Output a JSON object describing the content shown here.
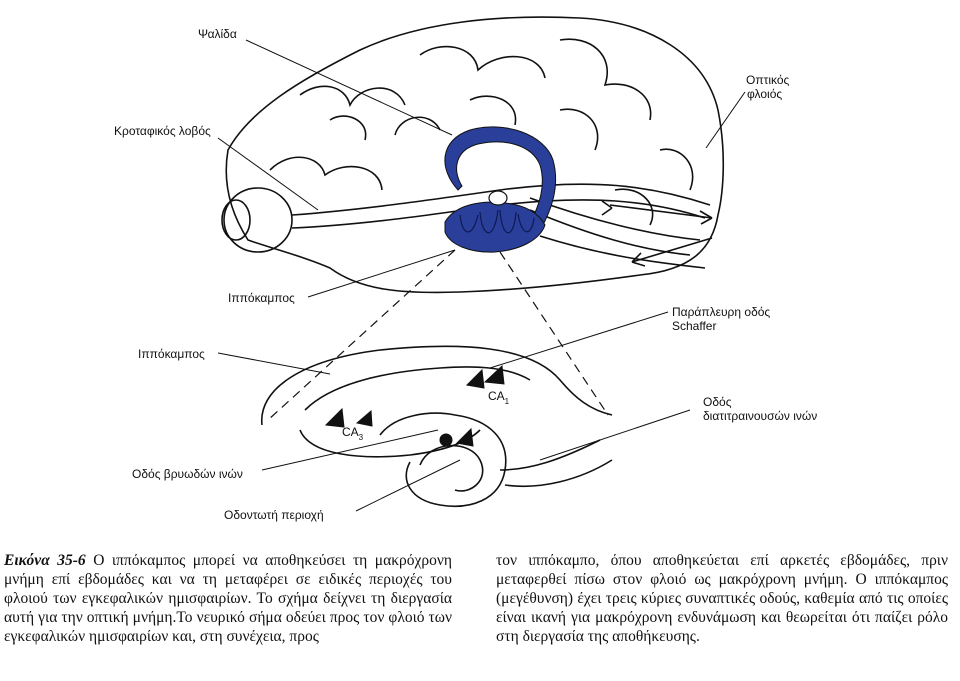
{
  "labels": {
    "fornix": "Ψαλίδα",
    "visual_cortex_1": "Οπτικός",
    "visual_cortex_2": "φλοιός",
    "temporal_lobe": "Κροταφικός λοβός",
    "hippocampus_top": "Ιππόκαμπος",
    "schaffer_1": "Παράπλευρη οδός",
    "schaffer_2": "Schaffer",
    "hippocampus_mid": "Ιππόκαμπος",
    "ca1_main": "CA",
    "ca1_sub": "1",
    "perforant_1": "Οδός",
    "perforant_2": "διατιτραινουσών ινών",
    "ca3_main": "CA",
    "ca3_sub": "3",
    "mossy": "Οδός βρυωδών ινών",
    "dentate": "Οδοντωτή περιοχή"
  },
  "caption": {
    "figure_number": "Εικόνα 35-6",
    "left_text": " Ο ιππόκαμπος μπορεί να αποθηκεύσει τη μακρόχρονη μνήμη επί εβδομάδες και να τη μεταφέρει σε ειδικές περιοχές του φλοιού των εγκεφαλικών ημισφαιρίων. Το σχήμα δείχνει τη διεργασία αυτή για την οπτική μνήμη.Το νευρικό σήμα οδεύει προς τον φλοιό των εγκεφαλικών ημισφαιρίων και, στη συνέχεια, προς",
    "right_text": "τον ιππόκαμπο, όπου αποθηκεύεται επί αρκετές εβδομάδες, πριν μεταφερθεί πίσω στον φλοιό ως μακρόχρονη μνήμη. Ο ιππόκαμπος (μεγέθυνση) έχει τρεις κύριες συναπτικές οδούς, καθεμία από τις οποίες είναι ικανή για μακρόχρονη ενδυνάμωση και θεωρείται ότι παίζει ρόλο στη διεργασία της αποθήκευσης."
  },
  "colors": {
    "hippocampus_fill": "#2a3f9a",
    "ink": "#111111"
  }
}
